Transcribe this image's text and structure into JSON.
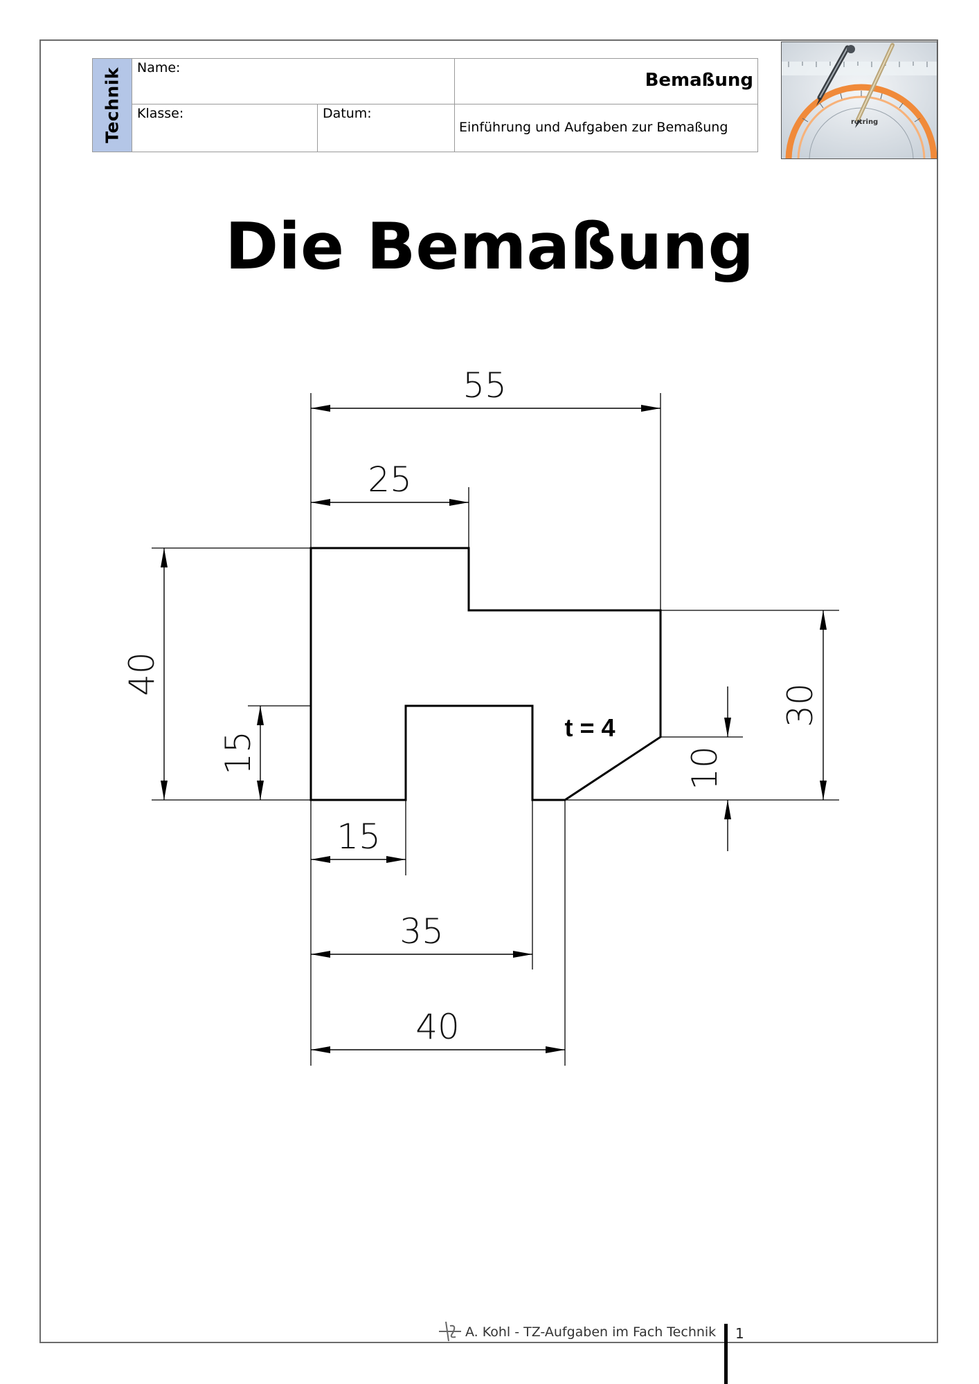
{
  "header": {
    "subject": "Technik",
    "name_label": "Name:",
    "klasse_label": "Klasse:",
    "datum_label": "Datum:",
    "topic": "Bemaßung",
    "description": "Einführung und Aufgaben zur Bemaßung",
    "image": {
      "icon": "drafting-tools-image",
      "brand": "rotring"
    }
  },
  "title": "Die Bemaßung",
  "drawing": {
    "dimensions": {
      "top_width": "55",
      "top_step": "25",
      "left_height": "40",
      "left_step_height": "15",
      "bottom_first": "15",
      "bottom_second": "35",
      "bottom_third": "40",
      "right_height": "30",
      "chamfer_height": "10"
    },
    "thickness_label": "t = 4"
  },
  "footer": {
    "credit": "A. Kohl - TZ-Aufgaben im Fach Technik",
    "page_number": "1"
  }
}
